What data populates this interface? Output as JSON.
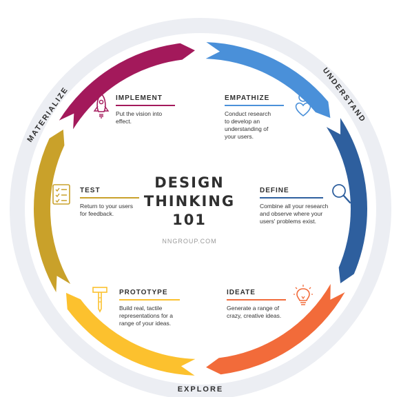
{
  "center": {
    "title_lines": [
      "DESIGN",
      "THINKING",
      "101"
    ],
    "source": "NNGROUP.COM"
  },
  "phases": {
    "understand": "UNDERSTAND",
    "explore": "EXPLORE",
    "materialize": "MATERIALIZE"
  },
  "stages": {
    "empathize": {
      "title": "EMPATHIZE",
      "desc_lines": [
        "Conduct research",
        "to develop an",
        "understanding of",
        "your users."
      ],
      "color": "#4a90d9",
      "icon": "heart-person-icon"
    },
    "define": {
      "title": "DEFINE",
      "desc_lines": [
        "Combine all your research",
        "and observe where your",
        "users' problems exist."
      ],
      "color": "#2e5f9e",
      "icon": "magnifier-icon"
    },
    "ideate": {
      "title": "IDEATE",
      "desc_lines": [
        "Generate a range of",
        "crazy, creative ideas."
      ],
      "color": "#f26b3a",
      "icon": "lightbulb-icon"
    },
    "prototype": {
      "title": "PROTOTYPE",
      "desc_lines": [
        "Build real, tactile",
        "representations for a",
        "range of your ideas."
      ],
      "color": "#fcc12e",
      "icon": "hammer-icon"
    },
    "test": {
      "title": "TEST",
      "desc_lines": [
        "Return to your users",
        "for feedback."
      ],
      "color": "#c9a12a",
      "icon": "checklist-icon"
    },
    "implement": {
      "title": "IMPLEMENT",
      "desc_lines": [
        "Put the vision into effect."
      ],
      "color": "#a3195b",
      "icon": "rocket-icon"
    }
  },
  "ring_color": "#eceef3"
}
